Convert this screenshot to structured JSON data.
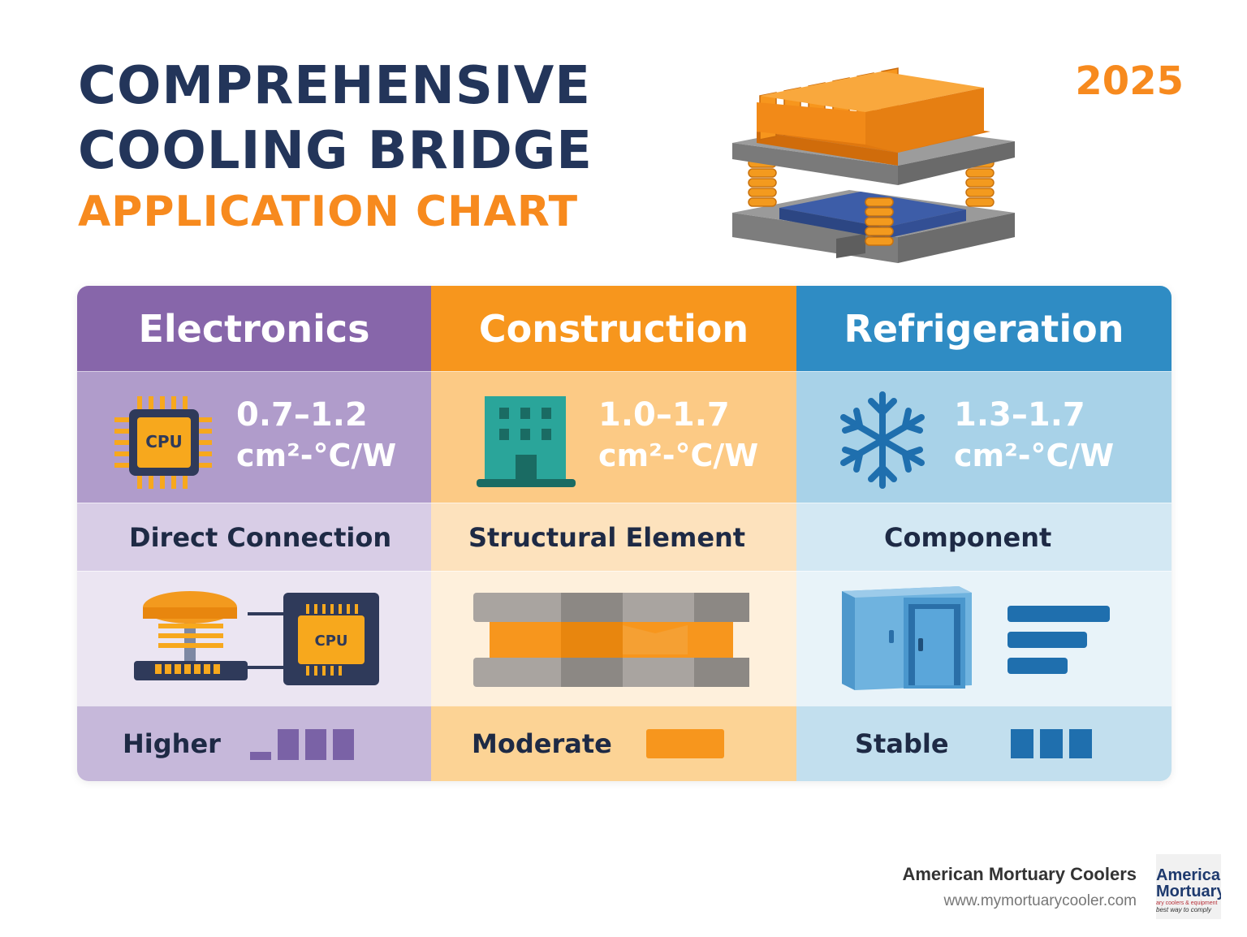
{
  "header": {
    "title_line1": "COMPREHENSIVE",
    "title_line2": "COOLING BRIDGE",
    "subtitle": "APPLICATION CHART",
    "year": "2025"
  },
  "columns": [
    {
      "name": "Electronics",
      "range": "0.7–1.2",
      "unit": "cm²-°C/W",
      "icon": "cpu-icon",
      "connection_type": "Direct Connection",
      "level": "Higher",
      "level_icon": "ascending-bars-icon",
      "color": "#8766aa"
    },
    {
      "name": "Construction",
      "range": "1.0–1.7",
      "unit": "cm²-°C/W",
      "icon": "building-icon",
      "connection_type": "Structural Element",
      "level": "Moderate",
      "level_icon": "single-bar-icon",
      "color": "#f7961d"
    },
    {
      "name": "Refrigeration",
      "range": "1.3–1.7",
      "unit": "cm²-°C/W",
      "icon": "snowflake-icon",
      "connection_type": "Component",
      "level": "Stable",
      "level_icon": "equal-bars-icon",
      "color": "#2f8cc4"
    }
  ],
  "footer": {
    "company": "American Mortuary Coolers",
    "url": "www.mymortuarycooler.com",
    "logo_text_line1": "American",
    "logo_text_line2": "Mortuary",
    "logo_text_line3": "ary coolers & equipment",
    "logo_text_line4": "best way to comply"
  }
}
